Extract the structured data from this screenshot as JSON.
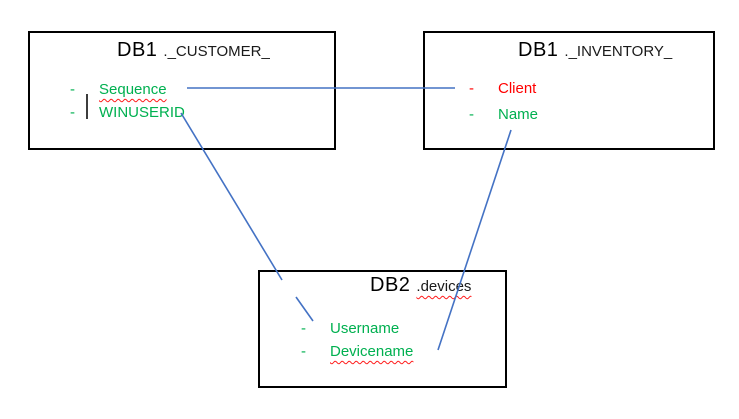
{
  "diagram": {
    "bullet": "-",
    "colors": {
      "field_green": "#00B050",
      "field_red": "#FF0000",
      "connector_blue": "#4472C4",
      "border_black": "#000000",
      "spellcheck_squiggle_red": "#FF1A1A"
    },
    "tables": [
      {
        "db": "DB1",
        "suffix": "._CUSTOMER_",
        "fields": [
          {
            "label": "Sequence",
            "color": "green",
            "spellcheck_underline": true
          },
          {
            "label": "WINUSERID",
            "color": "green",
            "spellcheck_underline": false
          }
        ]
      },
      {
        "db": "DB1",
        "suffix": "._INVENTORY_",
        "fields": [
          {
            "label": "Client",
            "color": "red",
            "spellcheck_underline": false
          },
          {
            "label": "Name",
            "color": "green",
            "spellcheck_underline": false
          }
        ]
      },
      {
        "db": "DB2",
        "suffix": ".devices",
        "suffix_spellcheck_underline": true,
        "fields": [
          {
            "label": "Username",
            "color": "green",
            "spellcheck_underline": false
          },
          {
            "label": "Devicename",
            "color": "green",
            "spellcheck_underline": true
          }
        ]
      }
    ],
    "connections": [
      {
        "from_table": "DB1._CUSTOMER_",
        "from_field": "Sequence",
        "to_table": "DB1._INVENTORY_",
        "to_field": "Client"
      },
      {
        "from_table": "DB1._CUSTOMER_",
        "from_field": "WINUSERID",
        "to_table": "DB2.devices",
        "to_field": "Username"
      },
      {
        "from_table": "DB1._INVENTORY_",
        "from_field": "Name",
        "to_table": "DB2.devices",
        "to_field": "Devicename"
      }
    ]
  }
}
